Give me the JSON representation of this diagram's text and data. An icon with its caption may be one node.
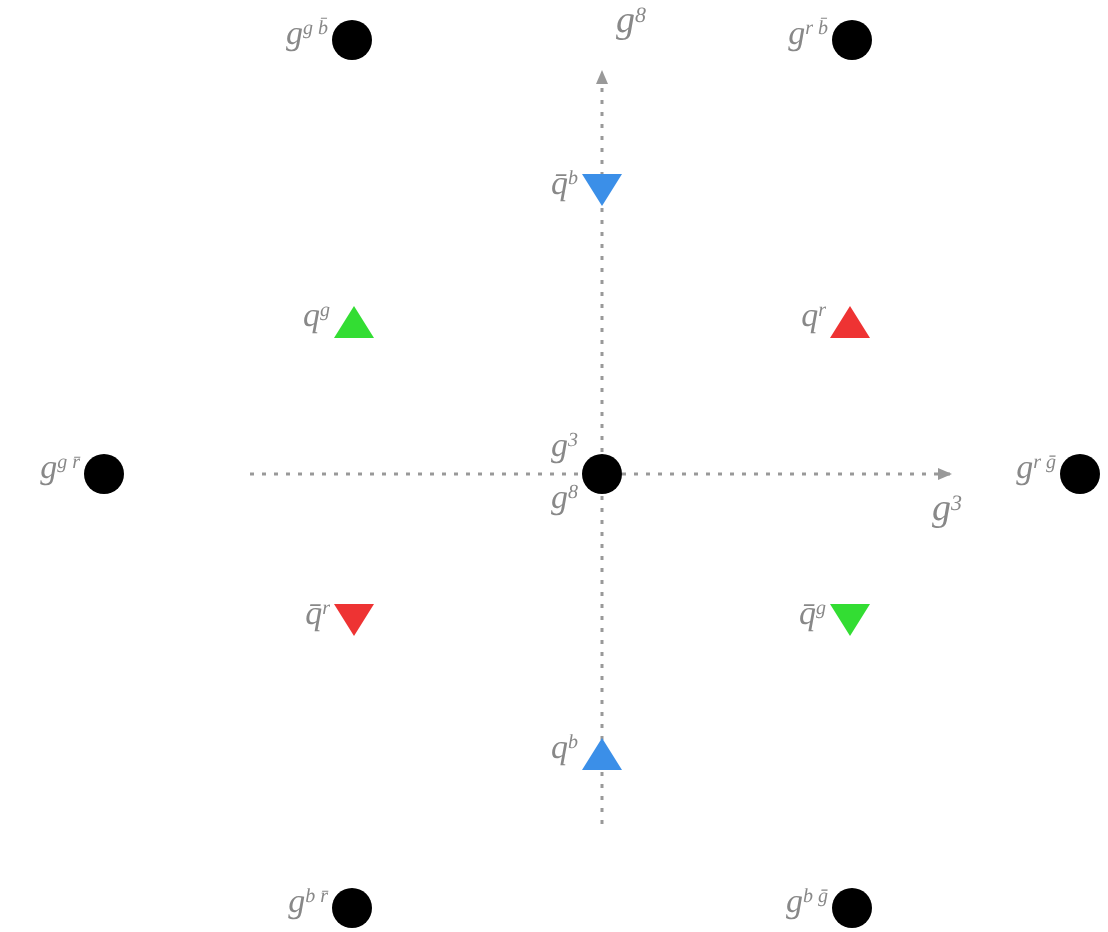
{
  "diagram": {
    "nodes": [
      {
        "text": [],
        "shape": "circle",
        "beside": [
          "g$^{g b̄}$"
        ]
      },
      {
        "text": [],
        "shape": "circle",
        "beside": [
          "g$^{r b̄}$"
        ]
      },
      {
        "text": [],
        "shape": "triangle",
        "beside": [
          "q̄$^{b}$"
        ]
      },
      {
        "text": [],
        "shape": "triangle",
        "beside": [
          "q$^{g}$"
        ]
      },
      {
        "text": [],
        "shape": "triangle",
        "beside": [
          "q$^{r}$"
        ]
      },
      {
        "text": [],
        "shape": "circle",
        "beside": [
          "g$^{g r̄}$"
        ]
      },
      {
        "text": [],
        "shape": "circle",
        "beside": [
          "g$^{3}$",
          "g$^{8}$"
        ]
      },
      {
        "text": [],
        "shape": "circle",
        "beside": [
          "g$^{r ḡ}$"
        ]
      },
      {
        "text": [],
        "shape": "triangle",
        "beside": [
          "q̄$^{r}$"
        ]
      },
      {
        "text": [],
        "shape": "triangle",
        "beside": [
          "q̄$^{g}$"
        ]
      },
      {
        "text": [],
        "shape": "triangle",
        "beside": [
          "q$^{b}$"
        ]
      },
      {
        "text": [],
        "shape": "circle",
        "beside": [
          "g$^{b r̄}$"
        ]
      },
      {
        "text": [],
        "shape": "circle",
        "beside": [
          "g$^{b ḡ}$"
        ]
      }
    ],
    "labels": [
      "g$^{8}$",
      "g$^{3}$"
    ]
  }
}
